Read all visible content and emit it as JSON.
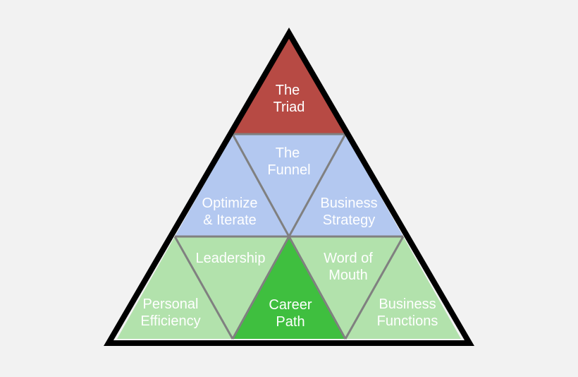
{
  "segments": {
    "triad": {
      "line1": "The",
      "line2": "Triad",
      "color": "#b74a44"
    },
    "funnel": {
      "line1": "The",
      "line2": "Funnel",
      "color": "#b3c8f0"
    },
    "optimize": {
      "line1": "Optimize",
      "line2": "& Iterate",
      "color": "#b3c8f0"
    },
    "business_strategy": {
      "line1": "Business",
      "line2": "Strategy",
      "color": "#b3c8f0"
    },
    "leadership": {
      "line1": "Leadership",
      "color": "#b2e2ac"
    },
    "word_of_mouth": {
      "line1": "Word of",
      "line2": "Mouth",
      "color": "#b2e2ac"
    },
    "personal_efficiency": {
      "line1": "Personal",
      "line2": "Efficiency",
      "color": "#b2e2ac"
    },
    "career_path": {
      "line1": "Career",
      "line2": "Path",
      "color": "#3fbf3f"
    },
    "business_functions": {
      "line1": "Business",
      "line2": "Functions",
      "color": "#b2e2ac"
    }
  },
  "colors": {
    "outline": "#000000",
    "divider": "#808080",
    "text": "#ffffff"
  }
}
